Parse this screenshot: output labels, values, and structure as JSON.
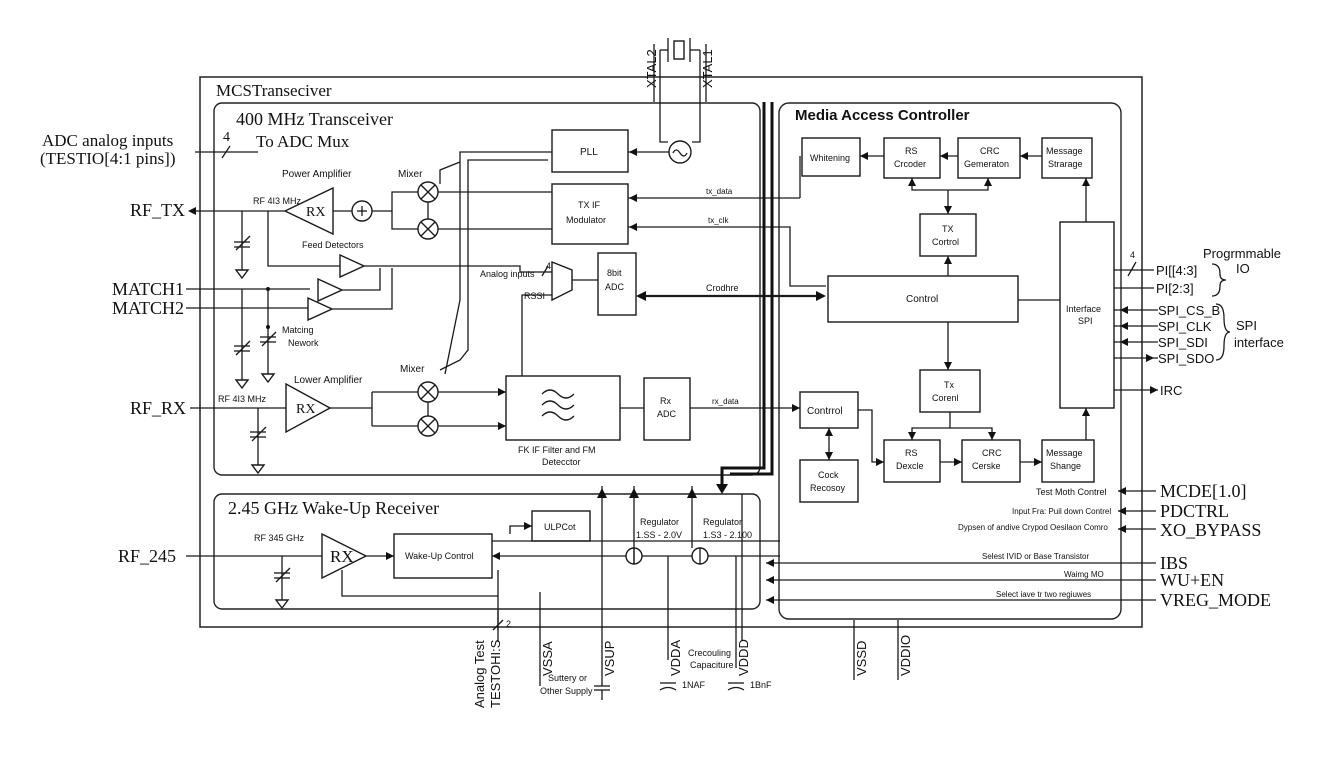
{
  "main_frame": {
    "title": "MCSTranseciver"
  },
  "crystal": {
    "xtal2": "XTAL2",
    "xtal1": "XTAL1"
  },
  "transceiver_400": {
    "title": "400 MHz Transceiver",
    "to_adc_mux": "To ADC Mux",
    "pll": "PLL",
    "power_amplifier": "Power Amplifier",
    "mixer_tx": "Mixer",
    "rf_tx_freq": "RF 4I3 MHz",
    "pa_symbol": "RX",
    "feed_detectors": "Feed Detectors",
    "tx_if_line1": "TX IF",
    "tx_if_line2": "Modulator",
    "tx_data": "tx_data",
    "tx_clk": "tx_clk",
    "analog_inputs": "Analog inputs",
    "rssi": "RSSI",
    "adc_8bit_line1": "8bit",
    "adc_8bit_line2": "ADC",
    "adc_data": "Crodhre",
    "matching_line1": "Matcing",
    "matching_line2": "Nework",
    "lower_amplifier": "Lower Amplifier",
    "mixer_rx": "Mixer",
    "rf_rx_freq": "RF 4I3 MHz",
    "lna_symbol": "RX",
    "filter_line1": "FK IF Filter and FM",
    "filter_line2": "Detecctor",
    "rx_adc_line1": "Rx",
    "rx_adc_line2": "ADC",
    "rx_data": "rx_data"
  },
  "wakeup_245": {
    "title": "2.45 GHz Wake-Up Receiver",
    "rf_freq": "RF 345 GHz",
    "amp_symbol": "RX",
    "wakeup_control": "Wake-Up Control",
    "ulpcot": "ULPCot",
    "reg1_line1": "Regulator",
    "reg1_line2": "1.SS - 2.0V",
    "reg2_line1": "Regulator",
    "reg2_line2": "1.S3 - 2.100"
  },
  "mac": {
    "title": "Media Access Controller",
    "whitening": "Whitening",
    "rs_coder_line1": "RS",
    "rs_coder_line2": "Crcoder",
    "crc_gen_line1": "CRC",
    "crc_gen_line2": "Gemeraton",
    "msg_storage_line1": "Message",
    "msg_storage_line2": "Strarage",
    "tx_ctrl1_line1": "TX",
    "tx_ctrl1_line2": "Cortrol",
    "control": "Control",
    "interface_line1": "Interface",
    "interface_line2": "SPI",
    "tx_ctrl2_line1": "Tx",
    "tx_ctrl2_line2": "Corenl",
    "control2": "Contrrol",
    "clock_line1": "Cock",
    "clock_line2": "Recosoy",
    "rs_dec_line1": "RS",
    "rs_dec_line2": "Dexcle",
    "crc_chk_line1": "CRC",
    "crc_chk_line2": "Cerske",
    "msg_storage2_line1": "Message",
    "msg_storage2_line2": "Shange",
    "test_mode_control": "Test Moth Contrel",
    "input_pulldown": "Input Fra: Puil down Contrel",
    "bypass_xo": "Dypsen of andive Crypod Oesilaon Comro",
    "select_bias": "Selest IVID or Base Transistor",
    "wakeup_mo": "Waimg MO",
    "select_regs": "Select iave tr two regiuwes"
  },
  "left_pins": {
    "adc_inputs_line1": "ADC analog inputs",
    "adc_inputs_line2": "(TESTIO[4:1 pins])",
    "adc_bus_width": "4",
    "rf_tx": "RF_TX",
    "match1": "MATCH1",
    "match2": "MATCH2",
    "rf_rx": "RF_RX",
    "rf_245": "RF_245"
  },
  "right_pins": {
    "pi_43": "PI[[4:3]",
    "pi_23": "PI[2:3]",
    "programmable_line1": "Progrmmable",
    "programmable_line2": "IO",
    "pio_bus_width": "4",
    "spi_cs_b": "SPI_CS_B",
    "spi_clk": "SPI_CLK",
    "spi_sdi": "SPI_SDI",
    "spi_sdo": "SPI_SDO",
    "spi_interface_line1": "SPI",
    "spi_interface_line2": "interface",
    "irc": "IRC",
    "mcde": "MCDE[1.0]",
    "pdctrl": "PDCTRL",
    "xo_bypass": "XO_BYPASS",
    "ibs": "IBS",
    "wu_en": "WU+EN",
    "vreg_mode": "VREG_MODE"
  },
  "bottom_pins": {
    "analog_test_line1": "Analog Test",
    "analog_test_line2": "TESTOHI:S",
    "test_bus_width": "2",
    "vssa": "VSSA",
    "vsup": "VSUP",
    "vdda": "VDDA",
    "vddd": "VDDD",
    "vssd": "VSSD",
    "vddio": "VDDIO",
    "battery_line1": "Suttery or",
    "battery_line2": "Other Supply",
    "decoupling_line1": "Crecouling",
    "decoupling_line2": "Capaciture",
    "cap1": "1NAF",
    "cap2": "1BnF"
  }
}
